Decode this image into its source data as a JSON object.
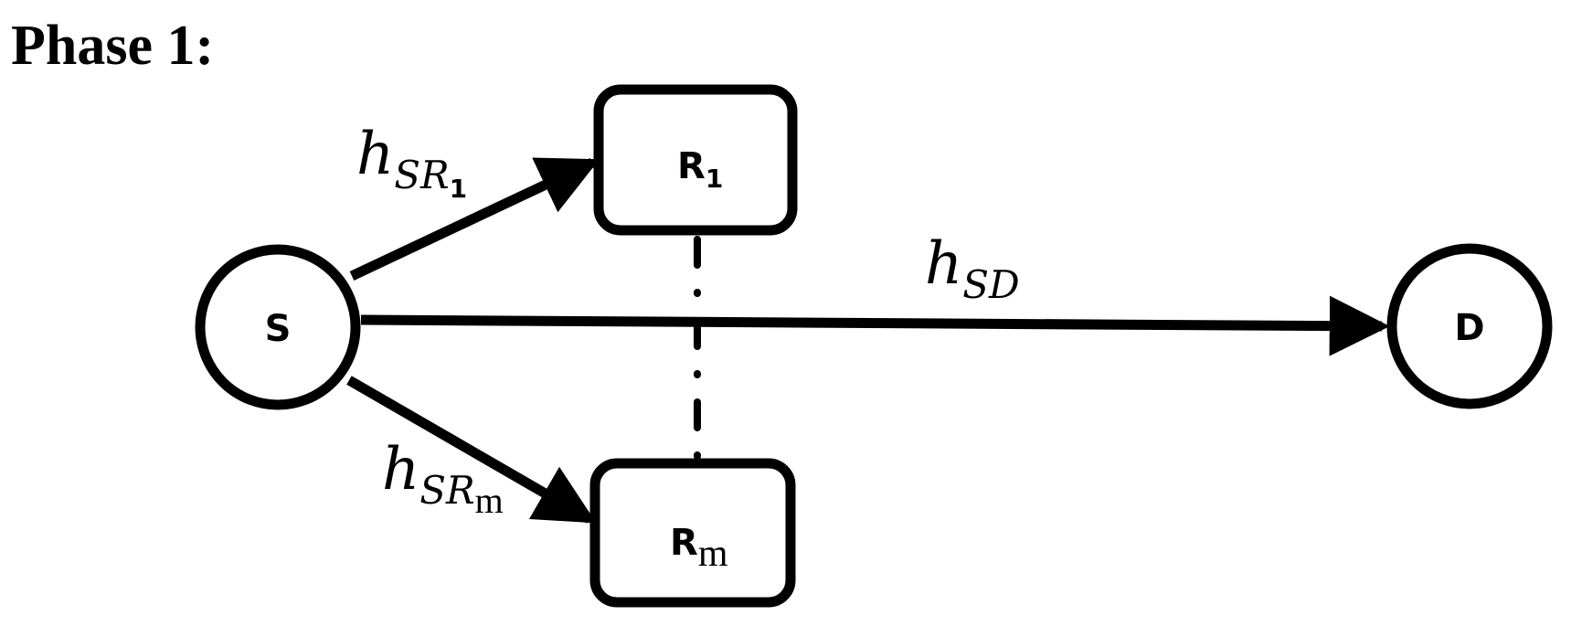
{
  "title": "Phase 1:",
  "colors": {
    "stroke": "#000000",
    "background": "#ffffff"
  },
  "nodes": {
    "source": {
      "label": "S",
      "shape": "circle"
    },
    "destination": {
      "label": "D",
      "shape": "circle"
    },
    "relay_first": {
      "label": "R",
      "subscript": "1",
      "shape": "rounded-rect"
    },
    "relay_last": {
      "label": "R",
      "subscript": "m",
      "shape": "rounded-rect"
    }
  },
  "edges": {
    "s_to_r1": {
      "from": "S",
      "to": "R1",
      "label": "h",
      "sub": "SR",
      "subsub": "1"
    },
    "s_to_rm": {
      "from": "S",
      "to": "Rm",
      "label": "h",
      "sub": "SR",
      "subsub": "m"
    },
    "s_to_d": {
      "from": "S",
      "to": "D",
      "label": "h",
      "sub": "SD"
    }
  },
  "relay_connector": {
    "style": "dash-dot",
    "meaning": "relays R1 through Rm"
  }
}
